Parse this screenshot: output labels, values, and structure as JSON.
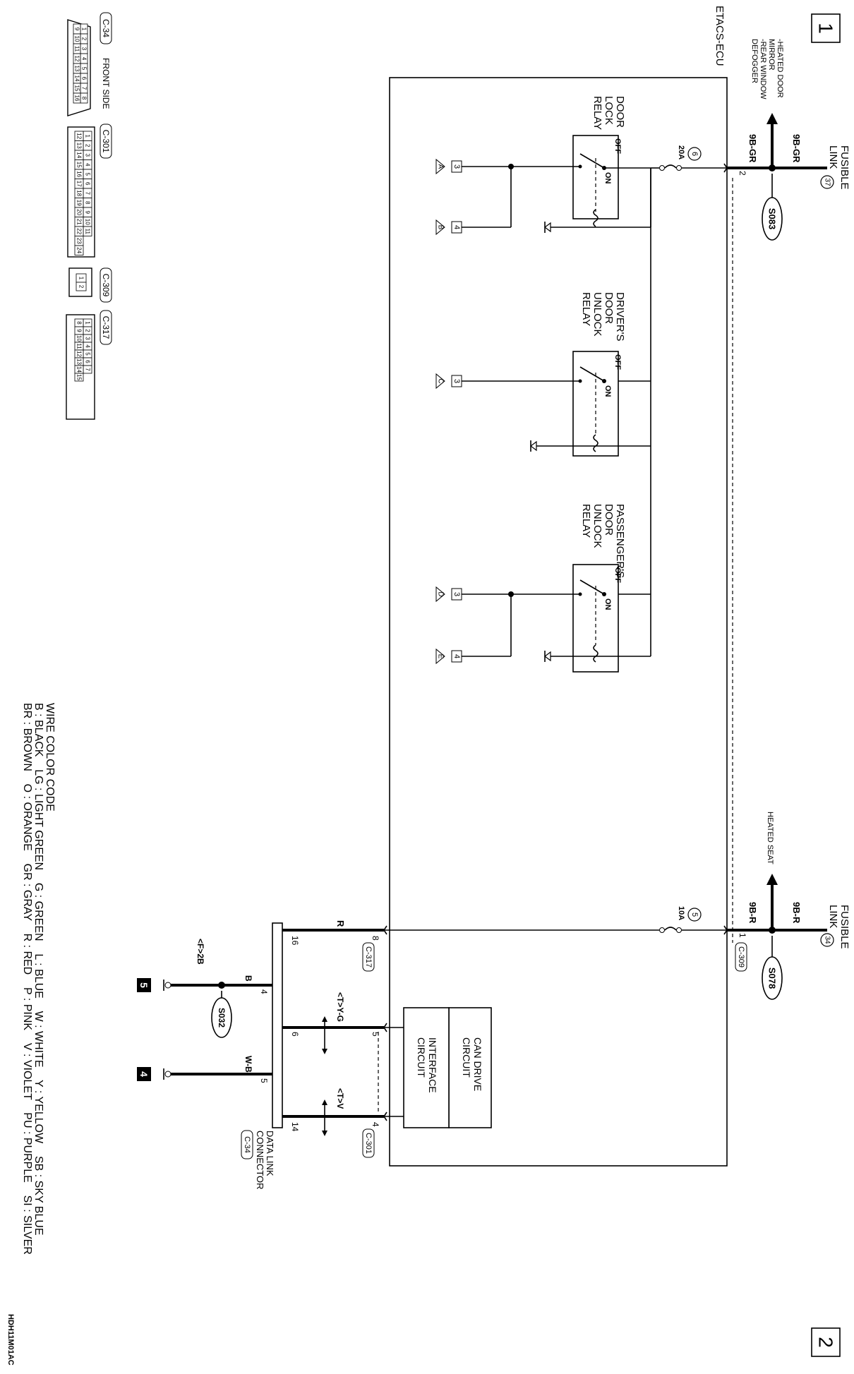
{
  "page_numbers": {
    "top": "1",
    "bottom": "2"
  },
  "ecu": {
    "label": "ETACS-ECU"
  },
  "fusible_link_37": {
    "title_1": "FUSIBLE",
    "title_2": "LINK",
    "number": "37",
    "wire_top": "9B-GR",
    "wire_branch": "9B-GR",
    "splice": "S083",
    "dest_1": "-HEATED DOOR",
    "dest_2": "MIRROR",
    "dest_3": "-REAR WINDOW",
    "dest_4": "DEFOGGER",
    "fuse_number": "6",
    "fuse_rating": "20A",
    "pin": "2"
  },
  "fusible_link_34": {
    "title_1": "FUSIBLE",
    "title_2": "LINK",
    "number": "34",
    "wire_top": "9B-R",
    "wire_branch": "9B-R",
    "splice": "S078",
    "dest": "HEATED SEAT",
    "fuse_number": "5",
    "fuse_rating": "10A",
    "pin": "1",
    "connector": "C-309"
  },
  "relays": [
    {
      "name_1": "DOOR",
      "name_2": "LOCK",
      "name_3": "RELAY",
      "off": "OFF",
      "on": "ON",
      "term_a_num": "3",
      "term_a_letter": "A",
      "term_b_num": "4",
      "term_b_letter": "B"
    },
    {
      "name_1": "DRIVER'S",
      "name_2": "DOOR",
      "name_3": "UNLOCK",
      "name_4": "RELAY",
      "off": "OFF",
      "on": "ON",
      "term_a_num": "3",
      "term_a_letter": "C"
    },
    {
      "name_1": "PASSENGER'S",
      "name_2": "DOOR",
      "name_3": "UNLOCK",
      "name_4": "RELAY",
      "off": "OFF",
      "on": "ON",
      "term_a_num": "3",
      "term_a_letter": "D",
      "term_b_num": "4",
      "term_b_letter": "E"
    }
  ],
  "can": {
    "drive_1": "CAN DRIVE",
    "drive_2": "CIRCUIT",
    "iface_1": "INTERFACE",
    "iface_2": "CIRCUIT"
  },
  "lines": {
    "r_wire": "R",
    "r_pin_ecu": "8",
    "r_conn": "C-317",
    "r_pin_dlc": "16",
    "yg_wire": "<T>Y-G",
    "yg_pin_ecu": "5",
    "yg_pin_dlc": "6",
    "v_wire": "<T>V",
    "v_pin_ecu": "4",
    "v_conn": "C-301",
    "v_pin_dlc": "14",
    "b_wire": "B",
    "b_pin_dlc": "4",
    "b_label": "<F>2B",
    "splice_s032": "S032",
    "ground_5": "5",
    "wb_wire": "W-B",
    "wb_pin_dlc": "5",
    "ground_4": "4"
  },
  "dlc": {
    "label_1": "DATA LINK",
    "label_2": "CONNECTOR",
    "connector": "C-34"
  },
  "connectors": {
    "c34": {
      "title": "C-34",
      "side": "FRONT SIDE",
      "row1": [
        "1",
        "2",
        "3",
        "4",
        "5",
        "6",
        "7",
        "8"
      ],
      "row2": [
        "9",
        "10",
        "11",
        "12",
        "13",
        "14",
        "15",
        "16"
      ]
    },
    "c301": {
      "title": "C-301",
      "row1": [
        "1",
        "2",
        "3",
        "4",
        "5",
        "6",
        "7",
        "8",
        "9",
        "10",
        "11"
      ],
      "row2": [
        "12",
        "13",
        "14",
        "15",
        "16",
        "17",
        "18",
        "19",
        "20",
        "21",
        "22",
        "23",
        "24"
      ]
    },
    "c309": {
      "title": "C-309",
      "pins": [
        "1",
        "2"
      ]
    },
    "c317": {
      "title": "C-317",
      "row1": [
        "1",
        "2",
        "3",
        "4",
        "5",
        "6",
        "7"
      ],
      "row2": [
        "8",
        "9",
        "10",
        "11",
        "12",
        "13",
        "14",
        "15"
      ]
    }
  },
  "wire_color_code": {
    "title": "WIRE COLOR CODE",
    "line_1": "B : BLACK    LG : LIGHT GREEN    G : GREEN    L : BLUE    W : WHITE    Y : YELLOW    SB : SKY BLUE",
    "line_2": "BR : BROWN    O : ORANGE    GR : GRAY    R : RED    P : PINK    V : VIOLET    PU : PURPLE    SI : SILVER"
  },
  "footer_code": "HDH11M01AC"
}
